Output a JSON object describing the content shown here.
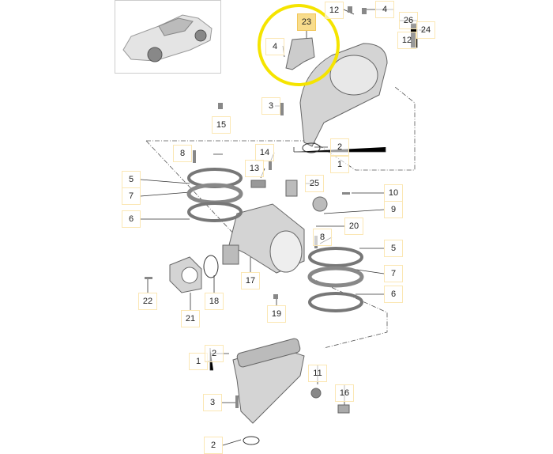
{
  "diagram": {
    "highlighted_part": "23",
    "highlight_color": "#f5e400",
    "labels": {
      "p23": "23",
      "p4a": "4",
      "p12a": "12",
      "p4b": "4",
      "p26": "26",
      "p24": "24",
      "p12b": "12",
      "p3a": "3",
      "p15": "15",
      "p2a": "2",
      "p1a": "1",
      "p8a": "8",
      "p14": "14",
      "p13": "13",
      "p25": "25",
      "p10": "10",
      "p9": "9",
      "p20": "20",
      "p8b": "8",
      "p5a": "5",
      "p7a": "7",
      "p6a": "6",
      "p5b": "5",
      "p7b": "7",
      "p6b": "6",
      "p17": "17",
      "p22": "22",
      "p18": "18",
      "p21": "21",
      "p19": "19",
      "p1b": "1",
      "p2b": "2",
      "p11": "11",
      "p16": "16",
      "p3b": "3",
      "p2c": "2"
    }
  }
}
